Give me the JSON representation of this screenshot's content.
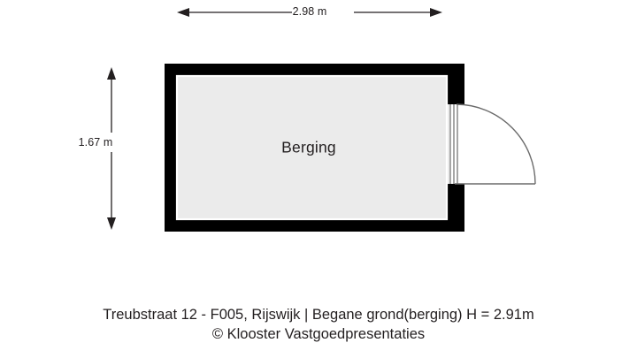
{
  "plan": {
    "room": {
      "label": "Berging"
    },
    "dimensions": {
      "width_label": "2.98 m",
      "height_label": "1.67 m"
    },
    "door": {
      "name": "swing-door",
      "swing": "right"
    },
    "colors": {
      "wall": "#000000",
      "floor": "#ebebeb",
      "outline": "#000000",
      "door_line": "#6b6b6b",
      "dimension": "#231f20",
      "background": "#ffffff"
    }
  },
  "caption": {
    "line1": "Treubstraat 12 - F005, Rijswijk | Begane grond(berging) H = 2.91m",
    "line2": "© Klooster Vastgoedpresentaties"
  }
}
